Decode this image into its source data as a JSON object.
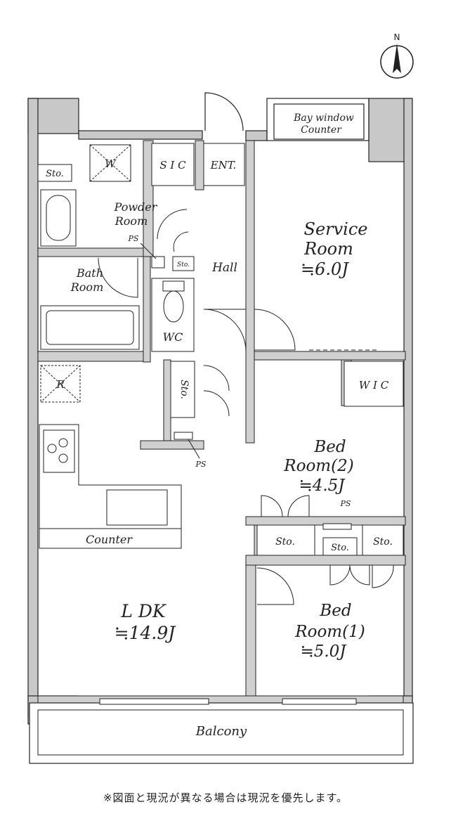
{
  "compass": {
    "label": "N"
  },
  "rooms": {
    "bay_window": [
      "Bay window",
      "Counter"
    ],
    "sto_top": "Sto.",
    "washer": "W",
    "sic": "S I C",
    "ent": "ENT.",
    "powder": [
      "Powder",
      "Room"
    ],
    "ps_powder": "PS",
    "sto_small": "Sto.",
    "hall": "Hall",
    "service": [
      "Service",
      "Room",
      "≒6.0J"
    ],
    "bath": [
      "Bath",
      "Room"
    ],
    "wc": "WC",
    "fridge": "R",
    "sto_hall": "Sto.",
    "ps_kitchen": "PS",
    "wic": "W I C",
    "bed2": [
      "Bed",
      "Room(2)",
      "≒4.5J"
    ],
    "ps_bed": "PS",
    "counter": "Counter",
    "sto_left": "Sto.",
    "sto_mid": "Sto.",
    "sto_right": "Sto.",
    "ldk": [
      "L DK",
      "≒14.9J"
    ],
    "bed1": [
      "Bed",
      "Room(1)",
      "≒5.0J"
    ],
    "balcony": "Balcony"
  },
  "footnote": "※図面と現況が異なる場合は現況を優先します。"
}
